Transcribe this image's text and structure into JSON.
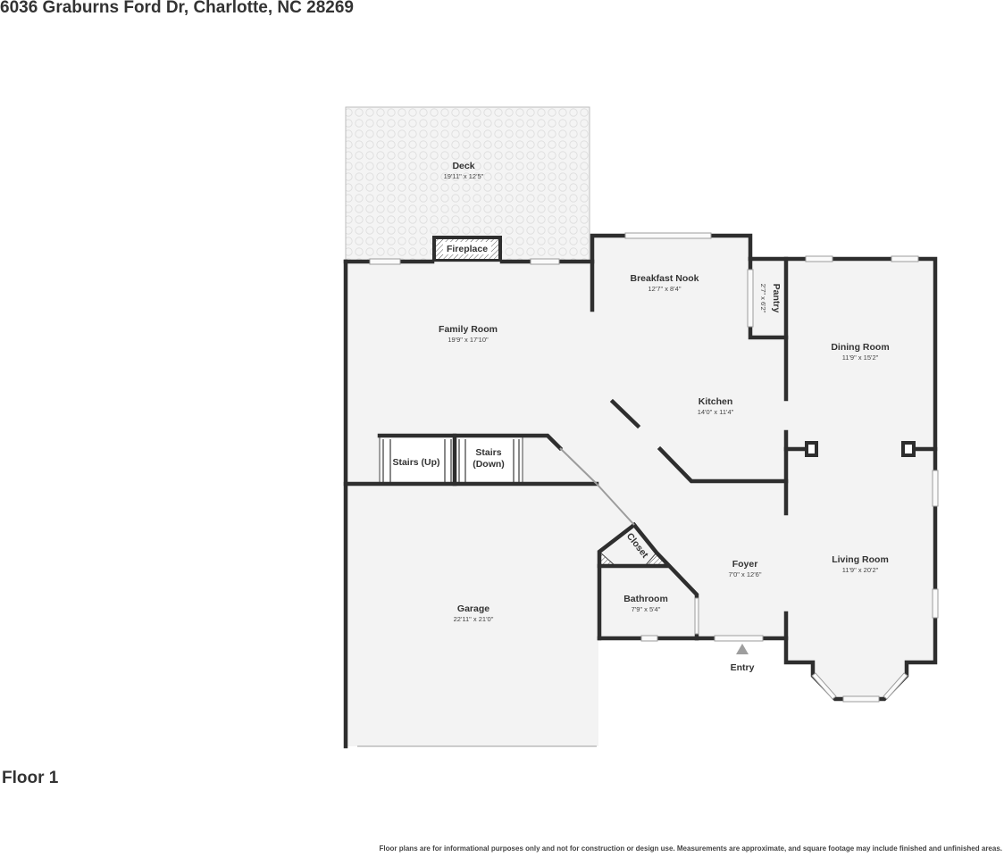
{
  "address": "6036 Graburns Ford Dr, Charlotte, NC 28269",
  "floor_label": "Floor 1",
  "disclaimer": "Floor plans are for informational purposes only and not for construction or design use. Measurements are approximate, and square footage may include finished and unfinished areas.",
  "rooms": {
    "deck": {
      "name": "Deck",
      "dims": "19'11\" x 12'5\""
    },
    "fireplace": {
      "name": "Fireplace"
    },
    "breakfast_nook": {
      "name": "Breakfast Nook",
      "dims": "12'7\" x 8'4\""
    },
    "pantry": {
      "name": "Pantry",
      "dims": "2'7\" x 6'2\""
    },
    "family_room": {
      "name": "Family Room",
      "dims": "19'9\" x 17'10\""
    },
    "dining_room": {
      "name": "Dining Room",
      "dims": "11'9\" x 15'2\""
    },
    "kitchen": {
      "name": "Kitchen",
      "dims": "14'0\" x 11'4\""
    },
    "stairs_up": {
      "name": "Stairs (Up)"
    },
    "stairs_down": {
      "name_line1": "Stairs",
      "name_line2": "(Down)"
    },
    "closet": {
      "name": "Closet"
    },
    "foyer": {
      "name": "Foyer",
      "dims": "7'0\" x 12'6\""
    },
    "living_room": {
      "name": "Living Room",
      "dims": "11'9\" x 20'2\""
    },
    "bathroom": {
      "name": "Bathroom",
      "dims": "7'9\" x 5'4\""
    },
    "garage": {
      "name": "Garage",
      "dims": "22'11\" x 21'0\""
    }
  },
  "entry_label": "Entry"
}
